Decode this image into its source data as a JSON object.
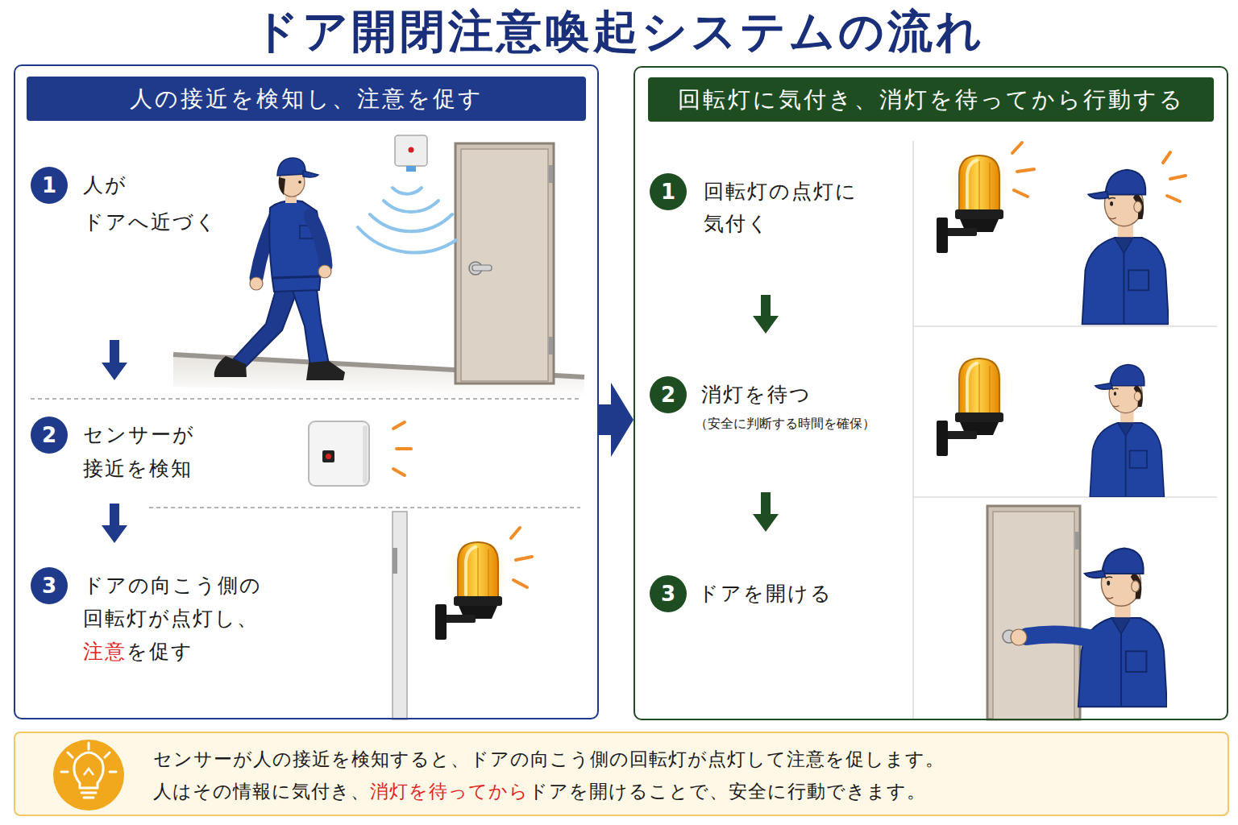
{
  "diagram": {
    "title": "ドア開閉注意喚起システムの流れ",
    "nodes": [
      {
        "text": [
          "人の接近を検知し、注意を促す"
        ]
      },
      {
        "text": [
          "1",
          "人が ドアへ近づく"
        ],
        "in": 0
      },
      {
        "text": [
          "2",
          "センサーが 接近を検知"
        ],
        "in": 0
      },
      {
        "text": [
          "3",
          "ドアの向こう側の 回転灯が点灯し、",
          "注意",
          "を促す"
        ],
        "in": 0
      },
      {
        "text": [
          "回転灯に気付き、消灯を待ってから行動する"
        ]
      },
      {
        "text": [
          "1",
          "回転灯の点灯に 気付く"
        ],
        "in": 4
      },
      {
        "text": [
          "2",
          "消灯を待つ",
          "（安全に判断する時間を確保）"
        ],
        "in": 4
      },
      {
        "text": [
          "3",
          "ドアを開ける"
        ],
        "in": 4
      },
      {
        "text": [
          "センサーが人の接近を検知すると、ドアの向こう側の回転灯が点灯して注意を促します。",
          "人はその情報に気付き、",
          "消灯を待ってから",
          "ドアを開けることで、安全に行動できます。"
        ]
      }
    ],
    "edges": [
      {
        "from": 1,
        "to": 2,
        "arrow": "to"
      },
      {
        "from": 2,
        "to": 3,
        "arrow": "to"
      },
      {
        "from": 0,
        "to": 4,
        "arrow": "to"
      },
      {
        "from": 5,
        "to": 6,
        "arrow": "to"
      },
      {
        "from": 6,
        "to": 7,
        "arrow": "to"
      }
    ]
  }
}
